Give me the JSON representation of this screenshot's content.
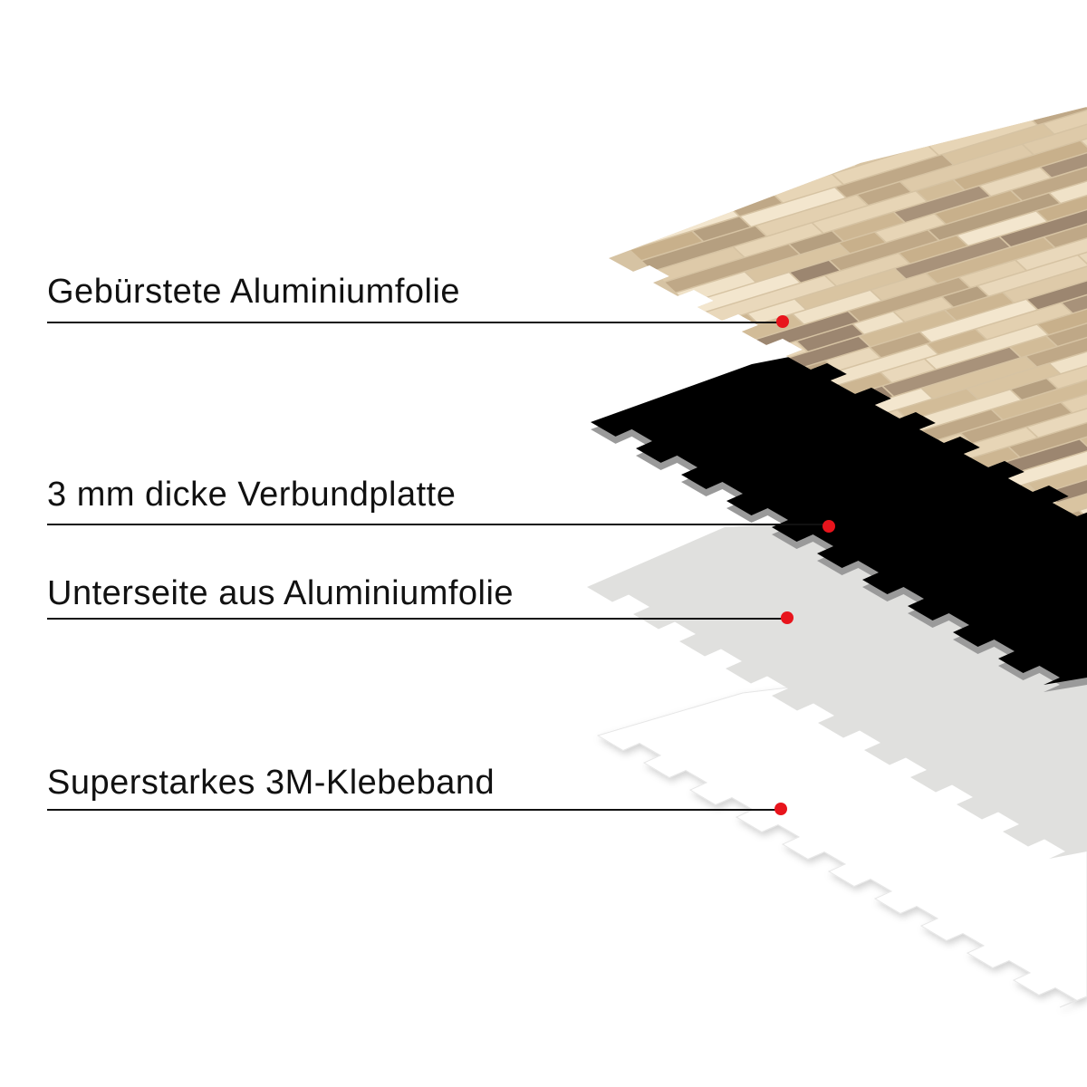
{
  "layers": [
    {
      "label": "Gebürstete Aluminiumfolie"
    },
    {
      "label": "3 mm dicke Verbundplatte"
    },
    {
      "label": "Unterseite aus Aluminiumfolie"
    },
    {
      "label": "Superstarkes 3M-Klebeband"
    }
  ],
  "colors": {
    "text": "#111111",
    "leader_line": "#111111",
    "marker": "#e8141c",
    "brushed_aluminium_light": "#e4d2b4",
    "brushed_aluminium_dark": "#8a7760",
    "composite_panel": "#000000",
    "panel_edge": "#9a9a9a",
    "aluminium_underside": "#e0e0de",
    "adhesive_tape": "#ffffff",
    "adhesive_tape_shadow": "#dedede",
    "background": "#ffffff"
  }
}
